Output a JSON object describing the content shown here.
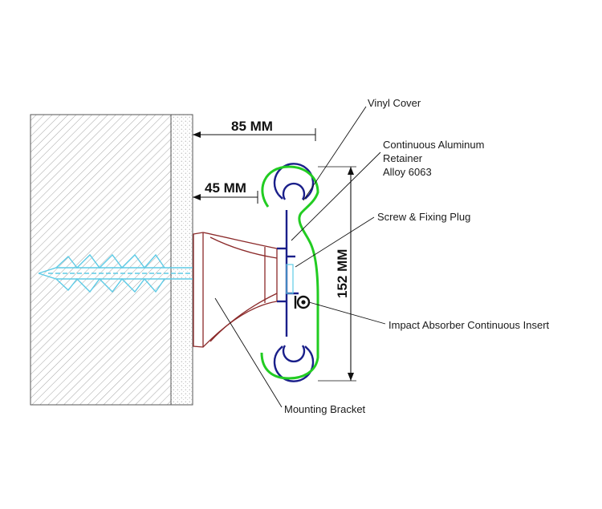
{
  "labels": {
    "vinyl_cover": "Vinyl Cover",
    "retainer_line1": "Continuous Aluminum",
    "retainer_line2": "Retainer",
    "retainer_line3": "Alloy 6063",
    "screw_plug": "Screw & Fixing Plug",
    "impact_absorber": "Impact Absorber Continuous Insert",
    "mounting_bracket": "Mounting Bracket"
  },
  "dimensions": {
    "depth_total": "85 MM",
    "depth_bracket": "45 MM",
    "height": "152 MM"
  },
  "colors": {
    "wall_hatch": "#9a9a9a",
    "plaster": "#bdbdbd",
    "vinyl": "#22cc22",
    "aluminum": "#1a1f8a",
    "bracket": "#8b2a2a",
    "anchor": "#5ecbe6",
    "line": "#111111"
  }
}
